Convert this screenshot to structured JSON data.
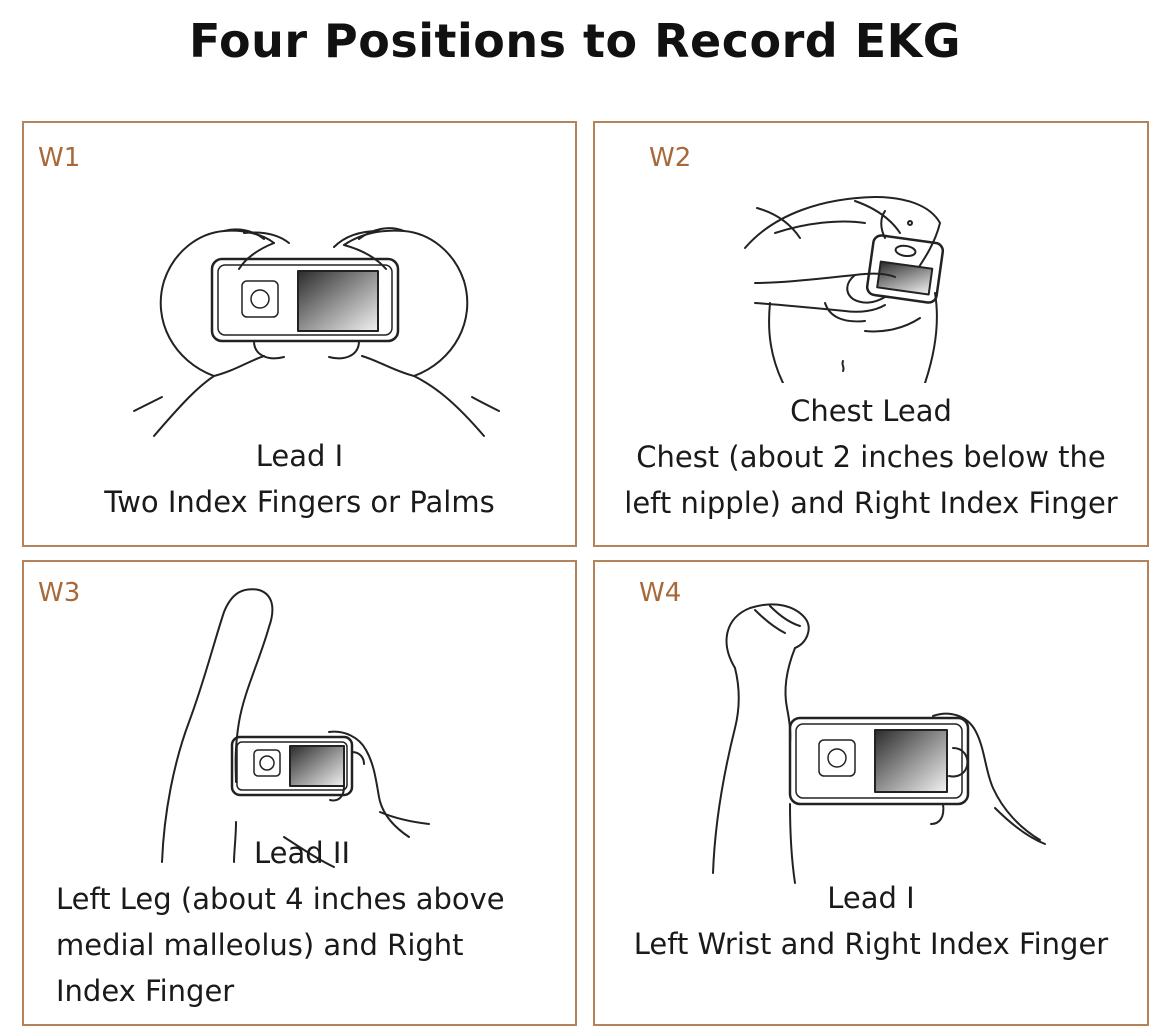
{
  "title": "Four Positions to Record EKG",
  "colors": {
    "frame": "#b5835a",
    "tag": "#a8693a",
    "text": "#1a1a1a"
  },
  "panels": [
    {
      "tag": "W1",
      "lines": [
        "Lead I",
        "Two Index Fingers or Palms"
      ]
    },
    {
      "tag": "W2",
      "lines": [
        "Chest Lead",
        "Chest (about 2 inches below the",
        "left nipple) and Right Index Finger"
      ]
    },
    {
      "tag": "W3",
      "lines": [
        "Lead II",
        "Left Leg (about 4 inches above",
        "medial malleolus) and Right",
        "Index Finger"
      ]
    },
    {
      "tag": "W4",
      "lines": [
        "Lead I",
        "Left Wrist and Right Index Finger"
      ]
    }
  ]
}
